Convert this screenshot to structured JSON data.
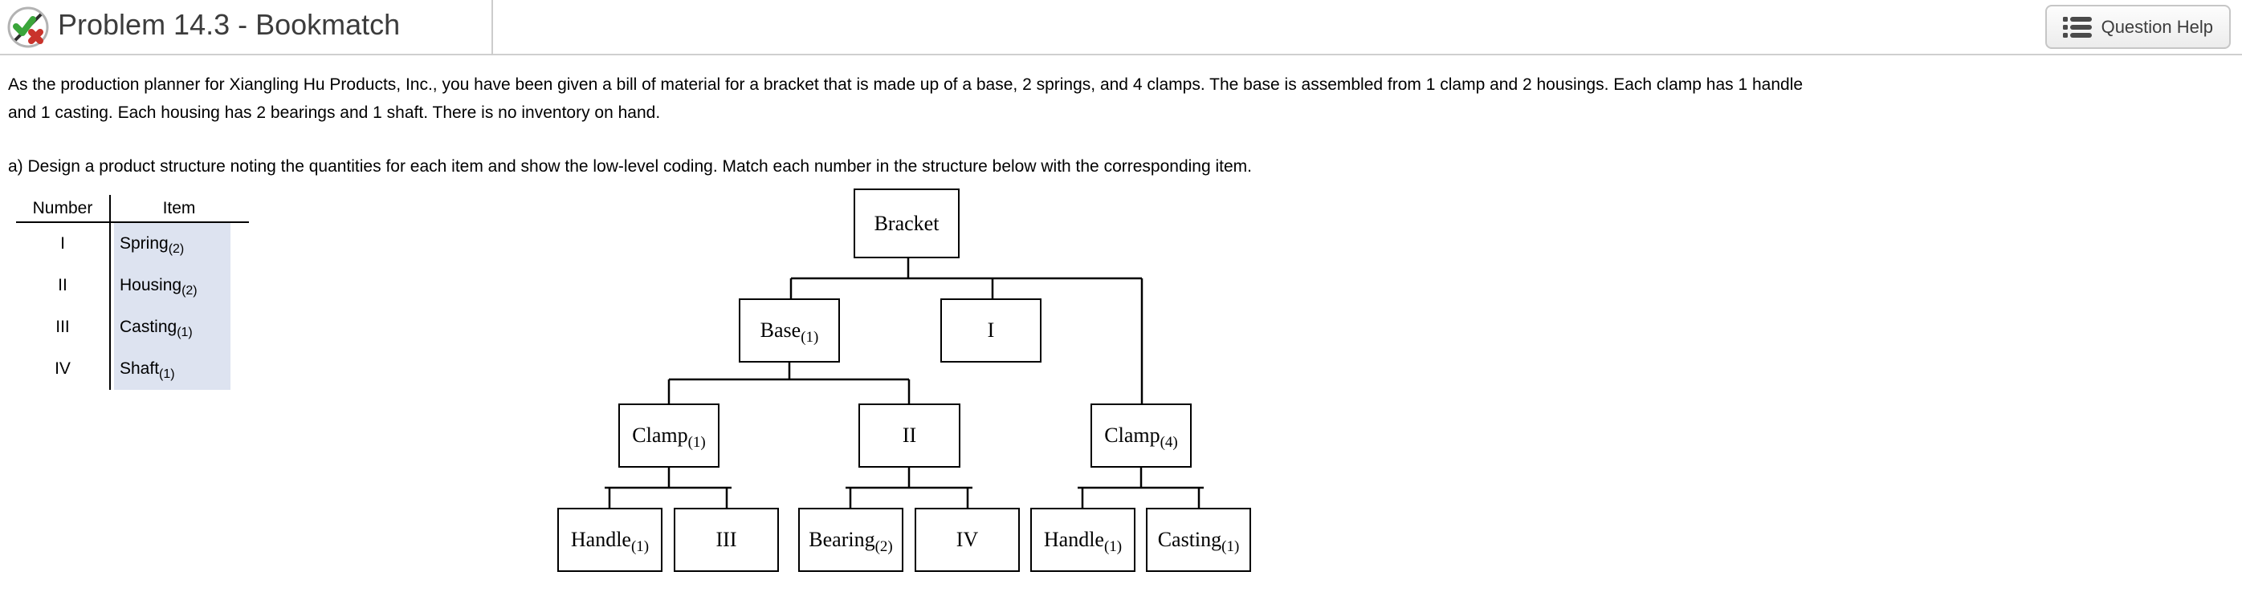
{
  "header": {
    "title": "Problem 14.3 - Bookmatch",
    "help_button_label": "Question Help"
  },
  "problem": {
    "statement_lines": [
      "As the production planner for Xiangling Hu Products, Inc., you have been given a bill of material for a bracket that is made up of a base, 2 springs, and 4 clamps. The base is assembled from 1 clamp and 2 housings. Each clamp has 1 handle",
      "and 1 casting. Each housing has 2 bearings and 1 shaft. There is no inventory on hand."
    ],
    "part_a": "a) Design a product structure noting the quantities for each item and show the low-level coding. Match each number in the structure below with the corresponding item."
  },
  "match_table": {
    "number_header": "Number",
    "item_header": "Item",
    "rows": [
      {
        "number": "I",
        "item": "Spring",
        "qty": "(2)"
      },
      {
        "number": "II",
        "item": "Housing",
        "qty": "(2)"
      },
      {
        "number": "III",
        "item": "Casting",
        "qty": "(1)"
      },
      {
        "number": "IV",
        "item": "Shaft",
        "qty": "(1)"
      }
    ]
  },
  "tree": {
    "nodes": {
      "bracket": {
        "label": "Bracket",
        "sub": ""
      },
      "base": {
        "label": "Base",
        "sub": "(1)"
      },
      "blank1": {
        "label": "I",
        "sub": ""
      },
      "clampLeft": {
        "label": "Clamp",
        "sub": "(1)"
      },
      "blank2": {
        "label": "II",
        "sub": ""
      },
      "clampRight": {
        "label": "Clamp",
        "sub": "(4)"
      },
      "handleLeft": {
        "label": "Handle",
        "sub": "(1)"
      },
      "blank3": {
        "label": "III",
        "sub": ""
      },
      "bearing": {
        "label": "Bearing",
        "sub": "(2)"
      },
      "blank4": {
        "label": "IV",
        "sub": ""
      },
      "handleRight": {
        "label": "Handle",
        "sub": "(1)"
      },
      "casting": {
        "label": "Casting",
        "sub": "(1)"
      }
    }
  },
  "icons": {
    "title_icon": "check-x-circle-icon",
    "help_icon": "list-icon"
  },
  "colors": {
    "item_cell_bg": "#dde3f0",
    "check_green": "#3aa53a",
    "x_red": "#c9332c",
    "header_border": "#cfcfcf"
  }
}
